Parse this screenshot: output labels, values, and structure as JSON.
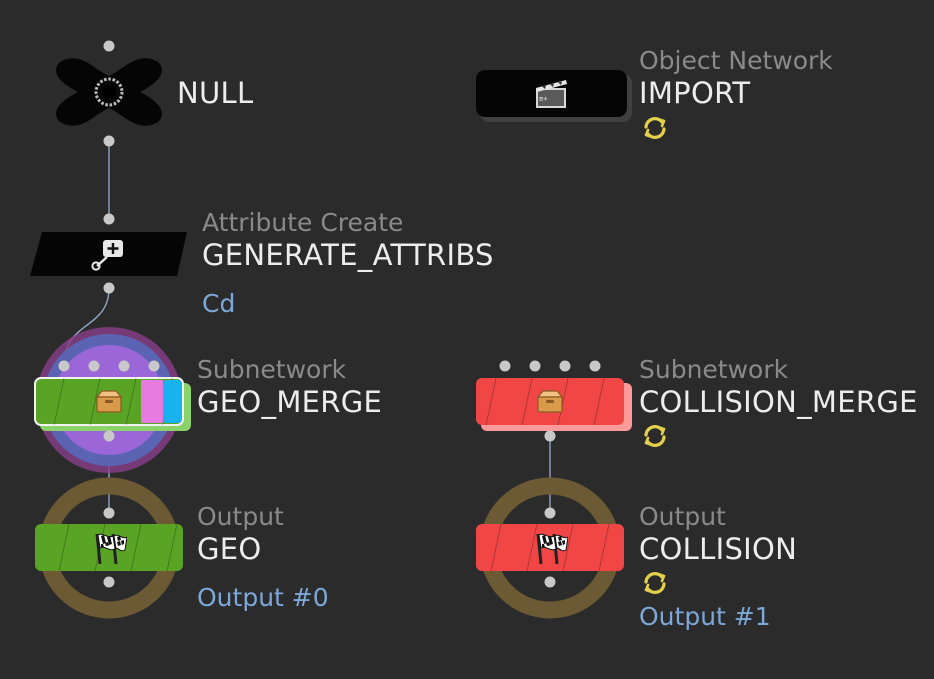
{
  "colors": {
    "background": "#2b2b2b",
    "wire": "#8fa6c4",
    "port": "#c8c8c8",
    "node_green": "#5aa425",
    "node_red": "#f04646",
    "node_black": "#050505",
    "output_ring": "#6b5a33",
    "type_text": "#8a8a8a",
    "name_text": "#ededed",
    "info_text": "#7ca7d9",
    "cook_icon": "#e4d04a"
  },
  "nodes": {
    "null": {
      "name": "NULL",
      "icon": "null-icon"
    },
    "import": {
      "type": "Object Network",
      "name": "IMPORT",
      "icon": "clapperboard-icon",
      "status_icon": "cook-refresh-icon"
    },
    "generate_attribs": {
      "type": "Attribute Create",
      "name": "GENERATE_ATTRIBS",
      "info": "Cd",
      "icon": "attribute-create-icon"
    },
    "geo_merge": {
      "type": "Subnetwork",
      "name": "GEO_MERGE",
      "icon": "subnet-box-icon"
    },
    "collision_merge": {
      "type": "Subnetwork",
      "name": "COLLISION_MERGE",
      "icon": "subnet-box-icon",
      "status_icon": "cook-refresh-icon"
    },
    "geo_output": {
      "type": "Output",
      "name": "GEO",
      "info": "Output #0",
      "icon": "checkered-flag-icon"
    },
    "collision_output": {
      "type": "Output",
      "name": "COLLISION",
      "info": "Output #1",
      "icon": "checkered-flag-icon",
      "status_icon": "cook-refresh-icon"
    }
  }
}
